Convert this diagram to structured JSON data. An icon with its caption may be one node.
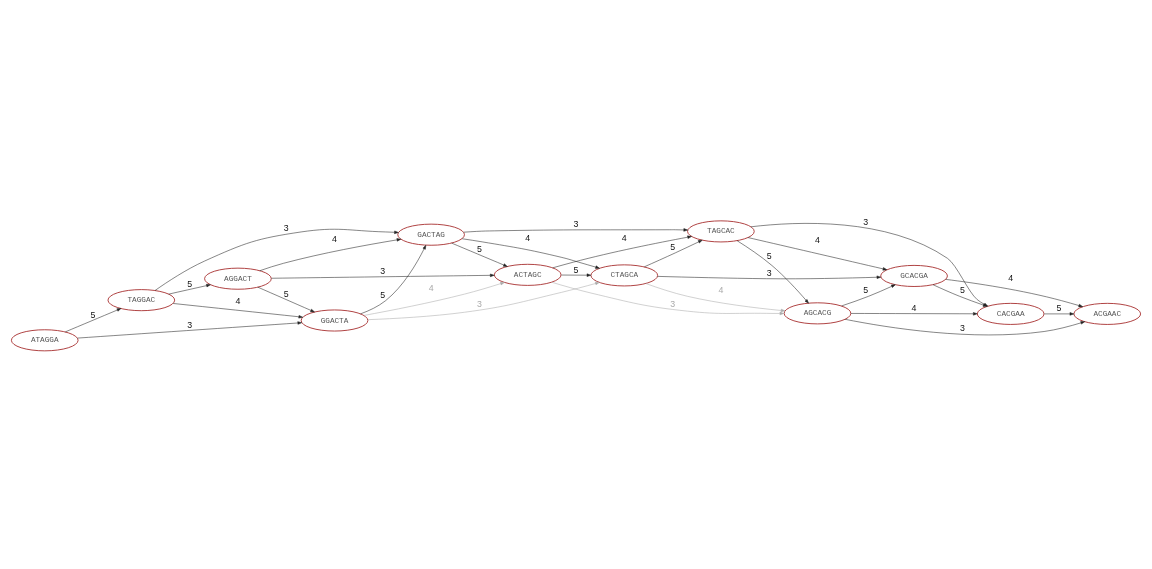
{
  "diagram": {
    "nodes": [
      {
        "text": [
          "ATAGGA"
        ]
      },
      {
        "text": [
          "AGGACT"
        ]
      },
      {
        "text": [
          "ACTAGC"
        ]
      },
      {
        "text": [
          "TAGGAC"
        ]
      },
      {
        "text": [
          "GACTAG"
        ]
      },
      {
        "text": [
          "CTAGCA"
        ]
      },
      {
        "text": [
          "GGACTA"
        ]
      },
      {
        "text": [
          "TAGCAC"
        ]
      },
      {
        "text": [
          "CACGAA"
        ]
      },
      {
        "text": [
          "AGCACG"
        ]
      },
      {
        "text": [
          "GCACGA"
        ]
      },
      {
        "text": [
          "ACGAAC"
        ]
      }
    ],
    "edges": [
      {
        "from": 0,
        "to": 3,
        "arrow": "to",
        "label": "5"
      },
      {
        "from": 0,
        "to": 6,
        "arrow": "to",
        "label": "3"
      },
      {
        "from": 3,
        "to": 1,
        "arrow": "to",
        "label": "5"
      },
      {
        "from": 3,
        "to": 6,
        "arrow": "to",
        "label": "4"
      },
      {
        "from": 3,
        "to": 4,
        "arrow": "to",
        "label": "3"
      },
      {
        "from": 1,
        "to": 6,
        "arrow": "to",
        "label": "5"
      },
      {
        "from": 1,
        "to": 4,
        "arrow": "to",
        "label": "4"
      },
      {
        "from": 1,
        "to": 2,
        "arrow": "to",
        "label": "3"
      },
      {
        "from": 6,
        "to": 4,
        "arrow": "to",
        "label": "5"
      },
      {
        "from": 6,
        "to": 2,
        "arrow": "to",
        "label": "4",
        "color": "#aaaaaa"
      },
      {
        "from": 6,
        "to": 5,
        "arrow": "to",
        "label": "3",
        "color": "#aaaaaa"
      },
      {
        "from": 4,
        "to": 2,
        "arrow": "to",
        "label": "5"
      },
      {
        "from": 4,
        "to": 5,
        "arrow": "to",
        "label": "4"
      },
      {
        "from": 4,
        "to": 7,
        "arrow": "to",
        "label": "3"
      },
      {
        "from": 2,
        "to": 5,
        "arrow": "to",
        "label": "5"
      },
      {
        "from": 2,
        "to": 7,
        "arrow": "to",
        "label": "4"
      },
      {
        "from": 2,
        "to": 9,
        "arrow": "to",
        "label": "3",
        "color": "#aaaaaa"
      },
      {
        "from": 5,
        "to": 7,
        "arrow": "to",
        "label": "5"
      },
      {
        "from": 5,
        "to": 9,
        "arrow": "to",
        "label": "4",
        "color": "#aaaaaa"
      },
      {
        "from": 5,
        "to": 10,
        "arrow": "to",
        "label": "3"
      },
      {
        "from": 7,
        "to": 9,
        "arrow": "to",
        "label": "5"
      },
      {
        "from": 7,
        "to": 10,
        "arrow": "to",
        "label": "4"
      },
      {
        "from": 7,
        "to": 8,
        "arrow": "to",
        "label": "3"
      },
      {
        "from": 9,
        "to": 10,
        "arrow": "to",
        "label": "5"
      },
      {
        "from": 9,
        "to": 8,
        "arrow": "to",
        "label": "4"
      },
      {
        "from": 9,
        "to": 11,
        "arrow": "to",
        "label": "3"
      },
      {
        "from": 10,
        "to": 8,
        "arrow": "to",
        "label": "5"
      },
      {
        "from": 10,
        "to": 11,
        "arrow": "to",
        "label": "4"
      },
      {
        "from": 8,
        "to": 11,
        "arrow": "to",
        "label": "5"
      }
    ]
  }
}
